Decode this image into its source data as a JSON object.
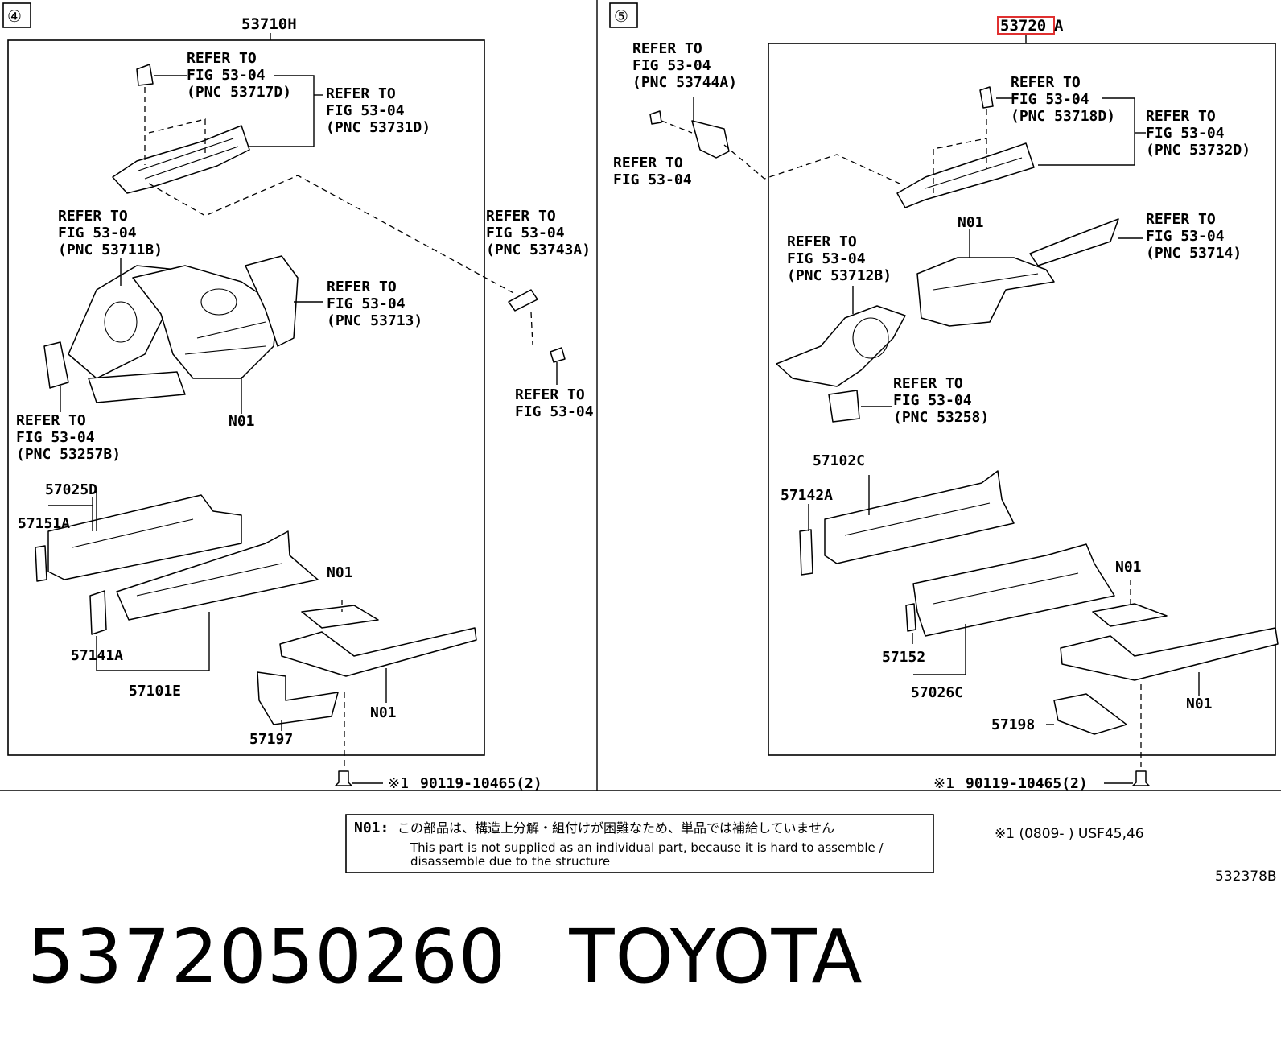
{
  "left_panel": {
    "section_marker": "④",
    "assembly_pnc": "53710H",
    "refs": [
      {
        "l1": "REFER TO",
        "l2": "FIG 53-04",
        "l3": "(PNC 53717D)"
      },
      {
        "l1": "REFER TO",
        "l2": "FIG 53-04",
        "l3": "(PNC 53731D)"
      },
      {
        "l1": "REFER TO",
        "l2": "FIG 53-04",
        "l3": "(PNC 53711B)"
      },
      {
        "l1": "REFER TO",
        "l2": "FIG 53-04",
        "l3": "(PNC 53713)"
      },
      {
        "l1": "REFER TO",
        "l2": "FIG 53-04",
        "l3": "(PNC 53257B)"
      },
      {
        "l1": "REFER TO",
        "l2": "FIG 53-04",
        "l3": "(PNC 53743A)"
      },
      {
        "l1": "REFER TO",
        "l2": "FIG 53-04"
      }
    ],
    "labels": {
      "n01_a": "N01",
      "n01_b": "N01",
      "n01_c": "N01",
      "p57025D": "57025D",
      "p57151A": "57151A",
      "p57141A": "57141A",
      "p57101E": "57101E",
      "p57197": "57197"
    },
    "bolt_callout": {
      "mark": "※1",
      "part": "90119-10465(2)"
    }
  },
  "right_panel": {
    "section_marker": "⑤",
    "assembly_pnc_main": "53720",
    "assembly_pnc_suffix": "A",
    "refs": [
      {
        "l1": "REFER TO",
        "l2": "FIG 53-04",
        "l3": "(PNC 53744A)"
      },
      {
        "l1": "REFER TO",
        "l2": "FIG 53-04"
      },
      {
        "l1": "REFER TO",
        "l2": "FIG 53-04",
        "l3": "(PNC 53718D)"
      },
      {
        "l1": "REFER TO",
        "l2": "FIG 53-04",
        "l3": "(PNC 53732D)"
      },
      {
        "l1": "REFER TO",
        "l2": "FIG 53-04",
        "l3": "(PNC 53714)"
      },
      {
        "l1": "REFER TO",
        "l2": "FIG 53-04",
        "l3": "(PNC 53712B)"
      },
      {
        "l1": "REFER TO",
        "l2": "FIG 53-04",
        "l3": "(PNC 53258)"
      }
    ],
    "labels": {
      "n01_a": "N01",
      "n01_b": "N01",
      "n01_c": "N01",
      "p57102C": "57102C",
      "p57142A": "57142A",
      "p57152": "57152",
      "p57026C": "57026C",
      "p57198": "57198"
    },
    "bolt_callout": {
      "mark": "※1",
      "part": "90119-10465(2)"
    }
  },
  "note": {
    "code": "N01:",
    "jp": "この部品は、構造上分解・組付けが困難なため、単品では補給していません",
    "en_line1": "This part is not supplied as an individual part, because it is hard to assemble /",
    "en_line2": "disassemble due to the structure"
  },
  "applicability": "※1 (0809-     ) USF45,46",
  "figure_code": "532378B",
  "footer": {
    "part_number": "5372050260",
    "brand": "TOYOTA"
  },
  "colors": {
    "highlight": "#e03030",
    "ink": "#000000"
  }
}
